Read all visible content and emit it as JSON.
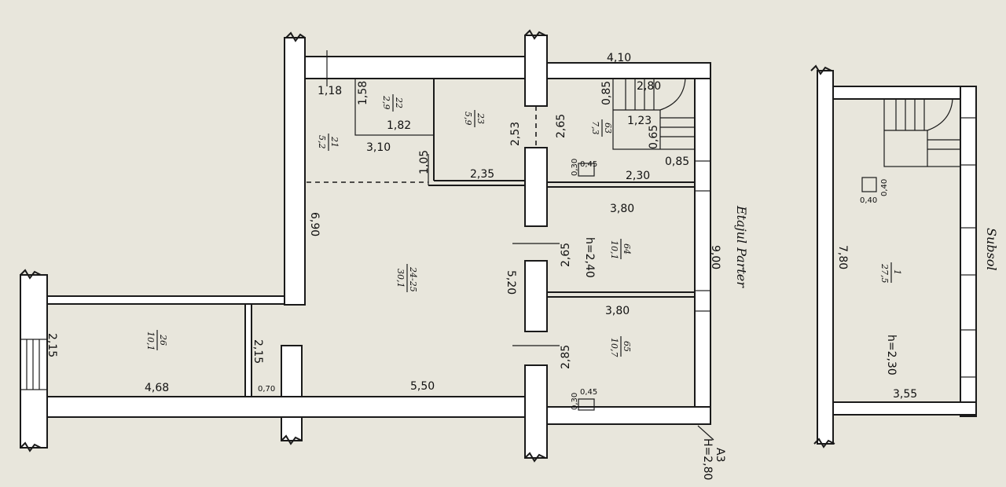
{
  "titles": {
    "ground": "Etajul Parter",
    "basement": "Subsol"
  },
  "dimensions": {
    "d_118": "1,18",
    "d_158": "1,58",
    "d_182": "1,82",
    "d_310": "3,10",
    "d_105": "1,05",
    "d_235": "2,35",
    "d_253": "2,53",
    "d_265a": "2,65",
    "d_410": "4,10",
    "d_280": "2,80",
    "d_085a": "0,85",
    "d_123": "1,23",
    "d_065": "0,65",
    "d_085b": "0,85",
    "d_230": "2,30",
    "d_045a": "0,45",
    "d_030a": "0,30",
    "d_380a": "3,80",
    "d_h240": "h=2,40",
    "d_265b": "2,65",
    "d_900": "9,00",
    "d_520": "5,20",
    "d_690": "6,90",
    "d_380b": "3,80",
    "d_285": "2,85",
    "d_045b": "0,45",
    "d_030b": "0,30",
    "d_550": "5,50",
    "d_215a": "2,15",
    "d_215b": "2,15",
    "d_468": "4,68",
    "d_070": "0,70",
    "d_A3": "A3",
    "d_H280": "H=2,80",
    "b_040a": "0,40",
    "b_040b": "0,40",
    "b_780": "7,80",
    "b_h230": "h=2,30",
    "b_355": "3,55"
  },
  "rooms": {
    "r22a_num": "22",
    "r22a_area": "2,9",
    "r21_num": "21",
    "r21_area": "5,2",
    "r23_num": "23",
    "r23_area": "5,9",
    "r63_num": "63",
    "r63_area": "7,3",
    "r64_num": "64",
    "r64_area": "10,1",
    "r65_num": "65",
    "r65_area": "10,7",
    "r2425_num": "24-25",
    "r2425_area": "30,1",
    "r26_num": "26",
    "r26_area": "10,1",
    "b1_num": "1",
    "b1_area": "27,5"
  }
}
